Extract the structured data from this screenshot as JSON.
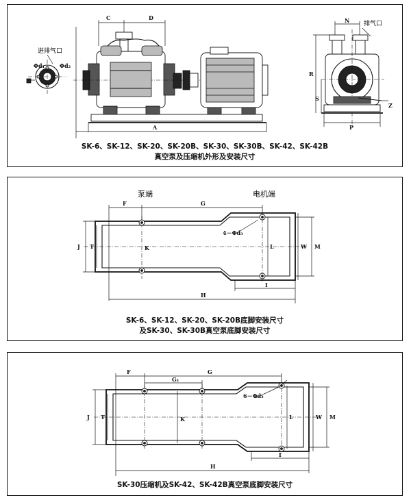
{
  "panel1": {
    "caption_line1": "SK-6、SK-12、SK-20、SK-20B、SK-30、SK-30B、SK-42、SK-42B",
    "caption_line2": "真空泵及压缩机外形及安装尺寸",
    "labels": {
      "inlet_outlet": "进排气口",
      "d1": "Φd₁",
      "d2": "Φd₂",
      "C": "C",
      "D": "D",
      "A": "A",
      "N": "N",
      "outlet": "排气口",
      "R": "R",
      "S": "S",
      "P": "P",
      "Z": "Z"
    }
  },
  "panel2": {
    "caption_line1": "SK-6、SK-12、SK-20、SK-20B底脚安装尺寸",
    "caption_line2": "及SK-30、SK-30B真空泵底脚安装尺寸",
    "labels": {
      "pump_end": "泵端",
      "motor_end": "电机端",
      "F": "F",
      "G": "G",
      "holes": "4－Φd₃",
      "J": "J",
      "T": "T",
      "K": "K",
      "L": "L",
      "W": "W",
      "M": "M",
      "I": "I",
      "H": "H"
    }
  },
  "panel3": {
    "caption": "SK-30压缩机及SK-42、SK-42B真空泵底脚安装尺寸",
    "labels": {
      "F": "F",
      "G1": "G₁",
      "G": "G",
      "holes": "6－Φd₃",
      "J": "J",
      "T": "T",
      "K": "K",
      "L": "L",
      "W": "W",
      "M": "M",
      "I": "I",
      "H": "H"
    }
  }
}
